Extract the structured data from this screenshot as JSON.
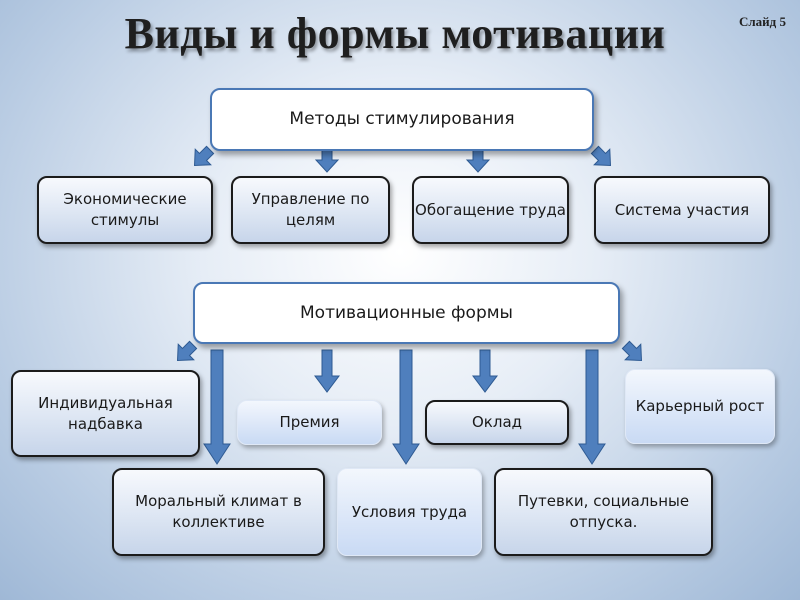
{
  "title": "Виды и формы мотивации",
  "slide_label": "Слайд 5",
  "methods": {
    "header": "Методы стимулирования",
    "items": [
      "Экономические стимулы",
      "Управление по целям",
      "Обогащение труда",
      "Система участия"
    ]
  },
  "forms": {
    "header": "Мотивационные формы",
    "items": [
      "Индивидуальная надбавка",
      "Премия",
      "Оклад",
      "Карьерный рост",
      "Моральный климат в коллективе",
      "Условия труда",
      "Путевки, социальные отпуска."
    ]
  }
}
